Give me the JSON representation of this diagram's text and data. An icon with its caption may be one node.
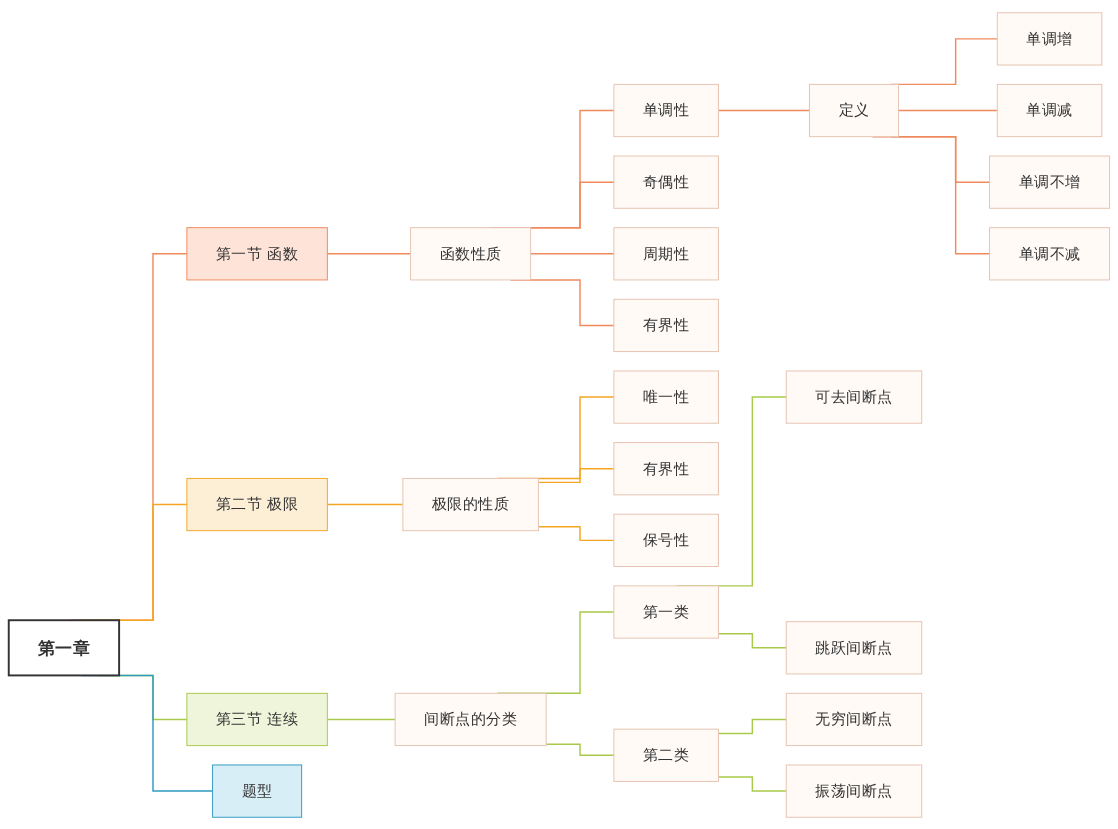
{
  "diagram": {
    "nodes": [
      {
        "text": [
          "第一章"
        ]
      },
      {
        "text": [
          "第一节 函数"
        ]
      },
      {
        "text": [
          "函数性质"
        ]
      },
      {
        "text": [
          "单调性"
        ]
      },
      {
        "text": [
          "定义"
        ]
      },
      {
        "text": [
          "单调增"
        ]
      },
      {
        "text": [
          "单调减"
        ]
      },
      {
        "text": [
          "单调不增"
        ]
      },
      {
        "text": [
          "单调不减"
        ]
      },
      {
        "text": [
          "奇偶性"
        ]
      },
      {
        "text": [
          "周期性"
        ]
      },
      {
        "text": [
          "有界性"
        ]
      },
      {
        "text": [
          "第二节 极限"
        ]
      },
      {
        "text": [
          "极限的性质"
        ]
      },
      {
        "text": [
          "唯一性"
        ]
      },
      {
        "text": [
          "有界性"
        ]
      },
      {
        "text": [
          "保号性"
        ]
      },
      {
        "text": [
          "第三节 连续"
        ]
      },
      {
        "text": [
          "间断点的分类"
        ]
      },
      {
        "text": [
          "第一类"
        ]
      },
      {
        "text": [
          "可去间断点"
        ]
      },
      {
        "text": [
          "跳跃间断点"
        ]
      },
      {
        "text": [
          "第二类"
        ]
      },
      {
        "text": [
          "无穷间断点"
        ]
      },
      {
        "text": [
          "振荡间断点"
        ]
      },
      {
        "text": [
          "题型"
        ]
      }
    ],
    "edges": [
      {
        "from": 0,
        "to": 1,
        "arrow": "none"
      },
      {
        "from": 1,
        "to": 2,
        "arrow": "none"
      },
      {
        "from": 2,
        "to": 3,
        "arrow": "none"
      },
      {
        "from": 3,
        "to": 4,
        "arrow": "none"
      },
      {
        "from": 4,
        "to": 5,
        "arrow": "none"
      },
      {
        "from": 4,
        "to": 6,
        "arrow": "none"
      },
      {
        "from": 4,
        "to": 7,
        "arrow": "none"
      },
      {
        "from": 4,
        "to": 8,
        "arrow": "none"
      },
      {
        "from": 2,
        "to": 9,
        "arrow": "none"
      },
      {
        "from": 2,
        "to": 10,
        "arrow": "none"
      },
      {
        "from": 2,
        "to": 11,
        "arrow": "none"
      },
      {
        "from": 0,
        "to": 12,
        "arrow": "none",
        "color": "#f5a623"
      },
      {
        "from": 12,
        "to": 13,
        "arrow": "none",
        "color": "#f5a623"
      },
      {
        "from": 13,
        "to": 14,
        "arrow": "none",
        "color": "#f5a623"
      },
      {
        "from": 13,
        "to": 15,
        "arrow": "none",
        "color": "#f5a623"
      },
      {
        "from": 13,
        "to": 16,
        "arrow": "none",
        "color": "#f5a623"
      },
      {
        "from": 0,
        "to": 17,
        "arrow": "none",
        "color": "#a8c94a"
      },
      {
        "from": 17,
        "to": 18,
        "arrow": "none",
        "color": "#a8c94a"
      },
      {
        "from": 18,
        "to": 19,
        "arrow": "none",
        "color": "#a8c94a"
      },
      {
        "from": 19,
        "to": 21,
        "arrow": "none",
        "color": "#a8c94a"
      },
      {
        "from": 19,
        "to": 20,
        "arrow": "none",
        "color": "#a8c94a"
      },
      {
        "from": 18,
        "to": 22,
        "arrow": "none",
        "color": "#a8c94a"
      },
      {
        "from": 22,
        "to": 23,
        "arrow": "none",
        "color": "#a8c94a"
      },
      {
        "from": 22,
        "to": 24,
        "arrow": "none",
        "color": "#a8c94a"
      },
      {
        "from": 0,
        "to": 25,
        "arrow": "none",
        "color": "#2f9bc1"
      }
    ]
  }
}
